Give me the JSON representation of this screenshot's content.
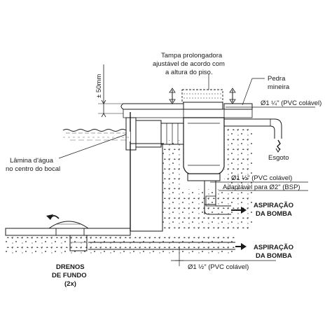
{
  "labels": {
    "tampa_line1": "Tampa prolongadora",
    "tampa_line2": "ajustável de acordo com",
    "tampa_line3": "a altura do piso.",
    "pedra_line1": "Pedra",
    "pedra_line2": "mineira",
    "dim_50": "± 50mm",
    "pipe_top": "Ø1 ¼\" (PVC colável)",
    "lamina_line1": "Lâmina d'água",
    "lamina_line2": "no centro do bocal",
    "esgoto": "Esgoto",
    "pipe_mid": "Ø1 ½\" (PVC colável)",
    "adaptavel": "Adaptável para Ø2\" (BSP)",
    "aspiracao1_line1": "ASPIRAÇÃO",
    "aspiracao1_line2": "DA BOMBA",
    "aspiracao2_line1": "ASPIRAÇÃO",
    "aspiracao2_line2": "DA BOMBA",
    "drenos_line1": "DRENOS",
    "drenos_line2": "DE FUNDO",
    "drenos_line3": "(2x)",
    "pipe_bottom": "Ø1 ½\" (PVC colável)"
  },
  "colors": {
    "line": "#1a1a1a",
    "water": "#5a5a5a",
    "concrete_dot": "#444444",
    "fill_light": "#e8e8e8"
  }
}
